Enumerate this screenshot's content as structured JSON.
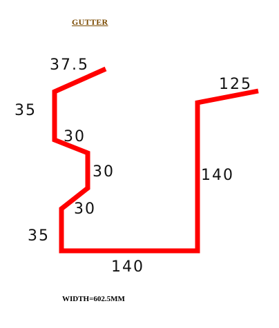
{
  "title": "GUTTER",
  "footer": "WIDTH=602.5MM",
  "colors": {
    "profile": "#ff0000",
    "title": "#7a4a00",
    "text": "#111111"
  },
  "dimensions": {
    "top_left_lip": "37.5",
    "left_upper_vertical": "35",
    "left_upper_slant": "30",
    "left_middle_vertical": "30",
    "left_lower_slant": "30",
    "left_lower_vertical": "35",
    "bottom": "140",
    "right_vertical": "140",
    "top_right_lip": "125"
  }
}
